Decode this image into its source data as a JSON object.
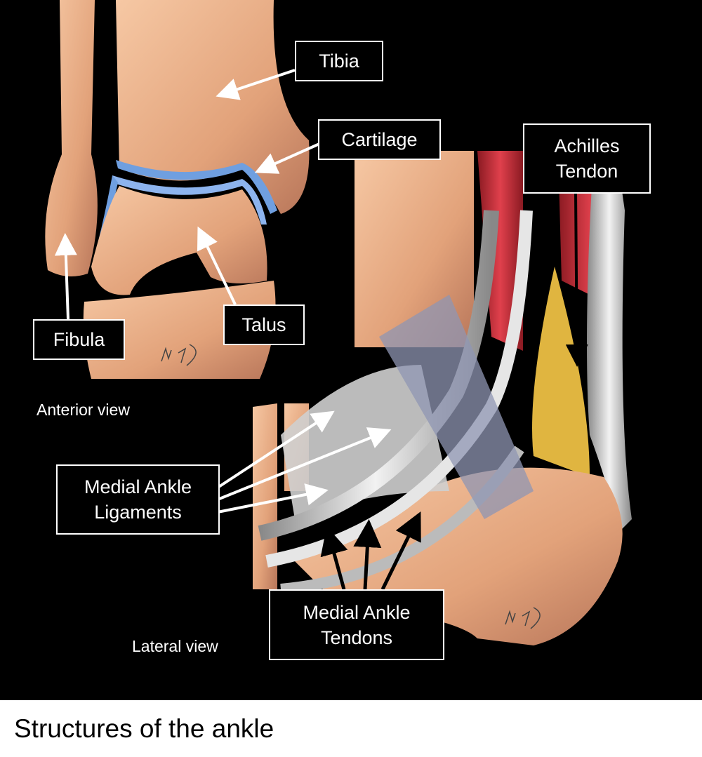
{
  "labels": {
    "tibia": "Tibia",
    "cartilage": "Cartilage",
    "achilles_line1": "Achilles",
    "achilles_line2": "Tendon",
    "fibula": "Fibula",
    "talus": "Talus",
    "ligaments_line1": "Medial Ankle",
    "ligaments_line2": "Ligaments",
    "tendons_line1": "Medial Ankle",
    "tendons_line2": "Tendons"
  },
  "views": {
    "anterior": "Anterior view",
    "lateral": "Lateral view"
  },
  "caption": "Structures of the ankle",
  "colors": {
    "bone": "#e2a27a",
    "cartilage": "#6f9fe0",
    "muscle": "#d0323f",
    "fat": "#e0b540",
    "tendon": "#d8d8d8",
    "background": "#000000"
  }
}
